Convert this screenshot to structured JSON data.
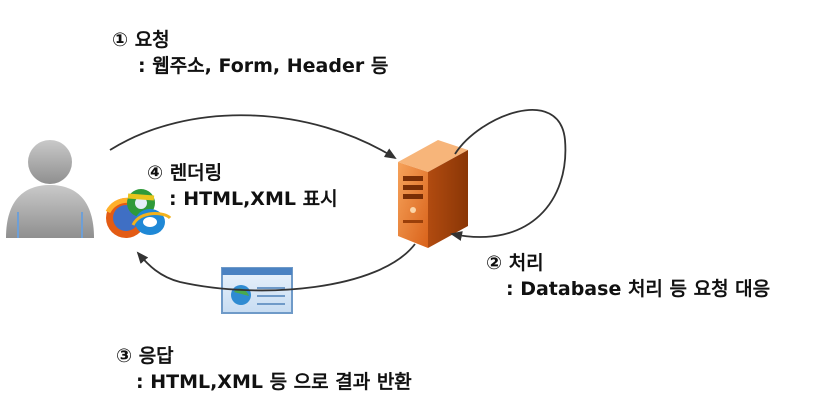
{
  "steps": {
    "request": {
      "title": "① 요청",
      "detail": ": 웹주소, Form, Header 등"
    },
    "render": {
      "title": "④ 렌더링",
      "detail": ": HTML,XML 표시"
    },
    "process": {
      "title": "② 처리",
      "detail": ": Database 처리 등 요청 대응"
    },
    "response": {
      "title": "③ 응답",
      "detail": ": HTML,XML 등 으로 결과 반환"
    }
  }
}
